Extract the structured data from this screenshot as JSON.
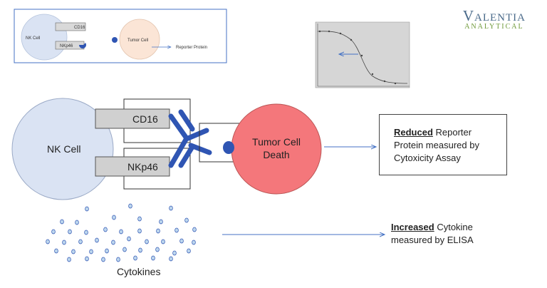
{
  "logo": {
    "line1": "Valentia",
    "line2": "ANALYTICAL"
  },
  "inset": {
    "nk_cell": "NK Cell",
    "cd16": "CD16",
    "nkp46": "NKp46",
    "tumor_cell": "Tumor Cell",
    "reporter": "Reporter Protein"
  },
  "main": {
    "nk_cell": "NK Cell",
    "cd16": "CD16",
    "nkp46": "NKp46",
    "tumor_line1": "Tumor Cell",
    "tumor_line2": "Death",
    "cytokines": "Cytokines"
  },
  "result": {
    "emphasis": "Reduced",
    "rest_line1": " Reporter",
    "line2": "Protein measured by",
    "line3": "Cytoxicity Assay"
  },
  "cytokine_note": {
    "emphasis": "Increased",
    "rest_line1": " Cytokine",
    "line2": "measured by ELISA"
  },
  "colors": {
    "nk_fill": "#dae3f3",
    "tumor_inset": "#fbe5d6",
    "tumor_main": "#f4777b",
    "antibody": "#2f55b3",
    "receptor": "#d0d0d0",
    "arrow": "#4472c4"
  }
}
